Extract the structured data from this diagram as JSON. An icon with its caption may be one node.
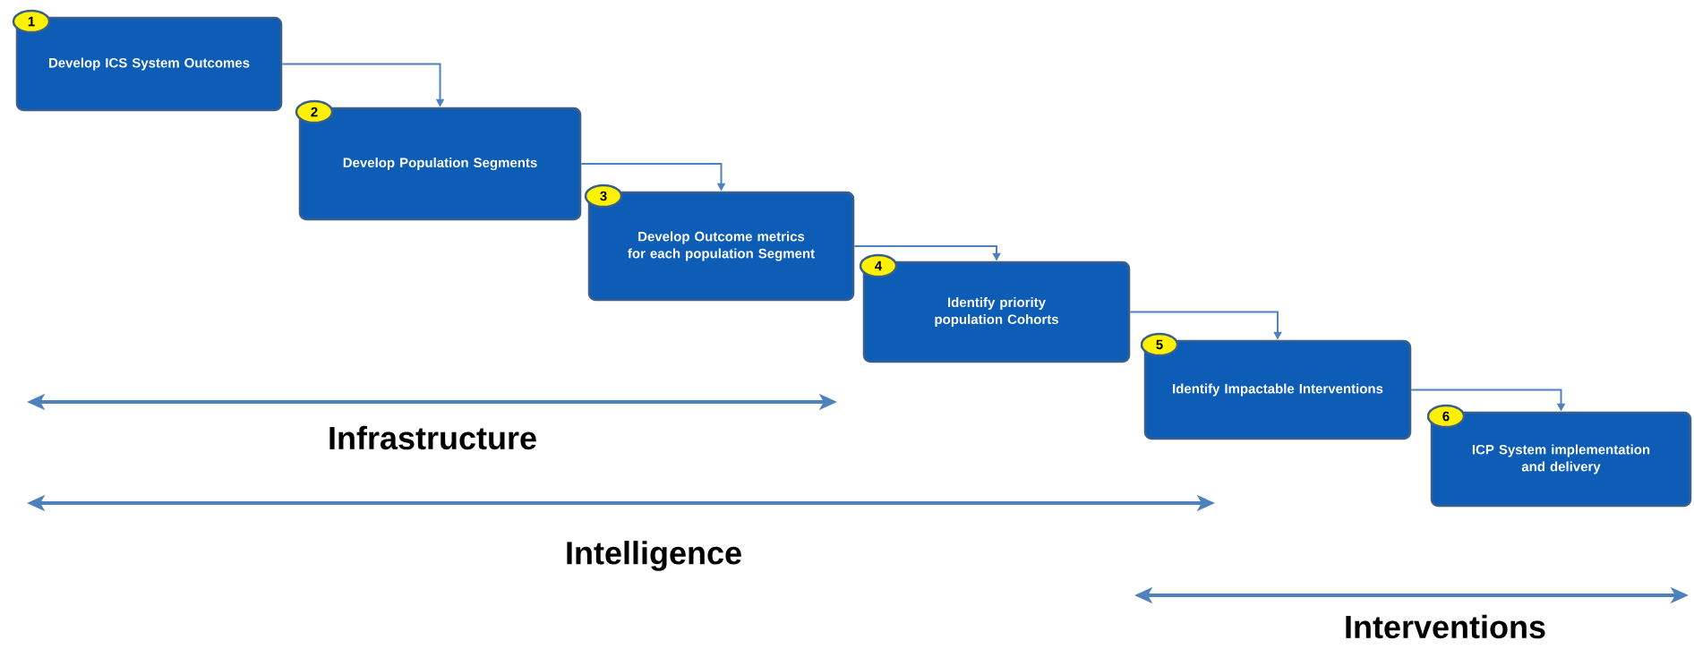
{
  "diagram": {
    "nodes": [
      {
        "text": [
          "1",
          "Develop ICS System Outcomes"
        ]
      },
      {
        "text": [
          "2",
          "Develop Population Segments"
        ]
      },
      {
        "text": [
          "3",
          "Develop Outcome metrics for each population Segment"
        ]
      },
      {
        "text": [
          "4",
          "Identify priority population Cohorts"
        ]
      },
      {
        "text": [
          "5",
          "Identify Impactable Interventions"
        ]
      },
      {
        "text": [
          "6",
          "ICP System implementation and delivery"
        ]
      }
    ],
    "edges": [
      {
        "from": 0,
        "to": 1,
        "arrow": "to"
      },
      {
        "from": 1,
        "to": 2,
        "arrow": "to"
      },
      {
        "from": 2,
        "to": 3,
        "arrow": "to"
      },
      {
        "from": 3,
        "to": 4,
        "arrow": "to"
      },
      {
        "from": 4,
        "to": 5,
        "arrow": "to"
      }
    ],
    "labels": [
      "Infrastructure",
      "Intelligence",
      "Interventions"
    ]
  }
}
